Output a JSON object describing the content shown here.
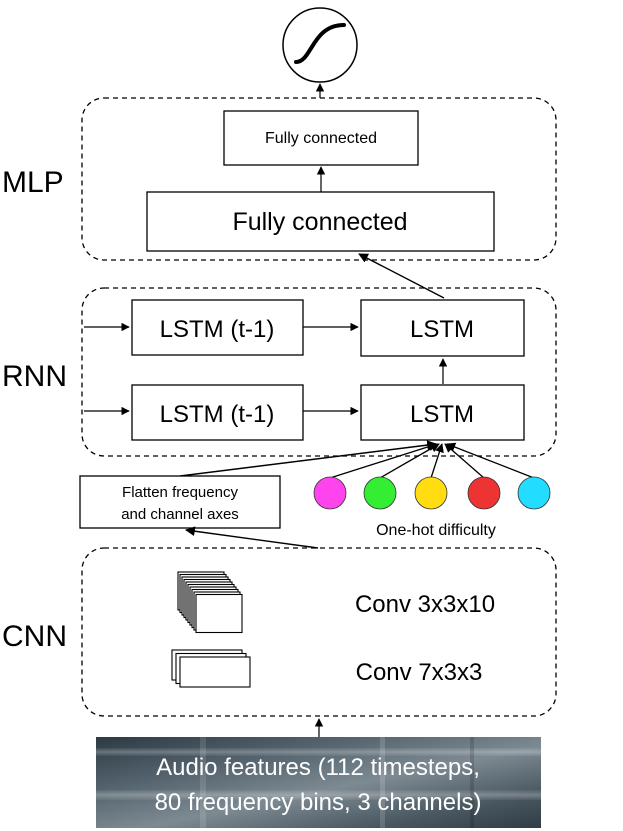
{
  "sections": {
    "mlp": "MLP",
    "rnn": "RNN",
    "cnn": "CNN"
  },
  "mlp": {
    "fc_small": "Fully connected",
    "fc_large": "Fully connected"
  },
  "rnn": {
    "lstm_prev_top": "LSTM (t-1)",
    "lstm_top": "LSTM",
    "lstm_prev_bottom": "LSTM (t-1)",
    "lstm_bottom": "LSTM"
  },
  "flatten": {
    "line1": "Flatten frequency",
    "line2": "and channel axes"
  },
  "difficulty": {
    "label": "One-hot difficulty",
    "colors": [
      "#ff44ee",
      "#33ee33",
      "#ffdd11",
      "#ee3333",
      "#22ddff"
    ]
  },
  "cnn": {
    "conv1": "Conv 3x3x10",
    "conv2": "Conv 7x3x3"
  },
  "audio": {
    "line1": "Audio features (112 timesteps,",
    "line2": "80 frequency bins, 3 channels)"
  },
  "output_icon": "sigmoid-icon"
}
